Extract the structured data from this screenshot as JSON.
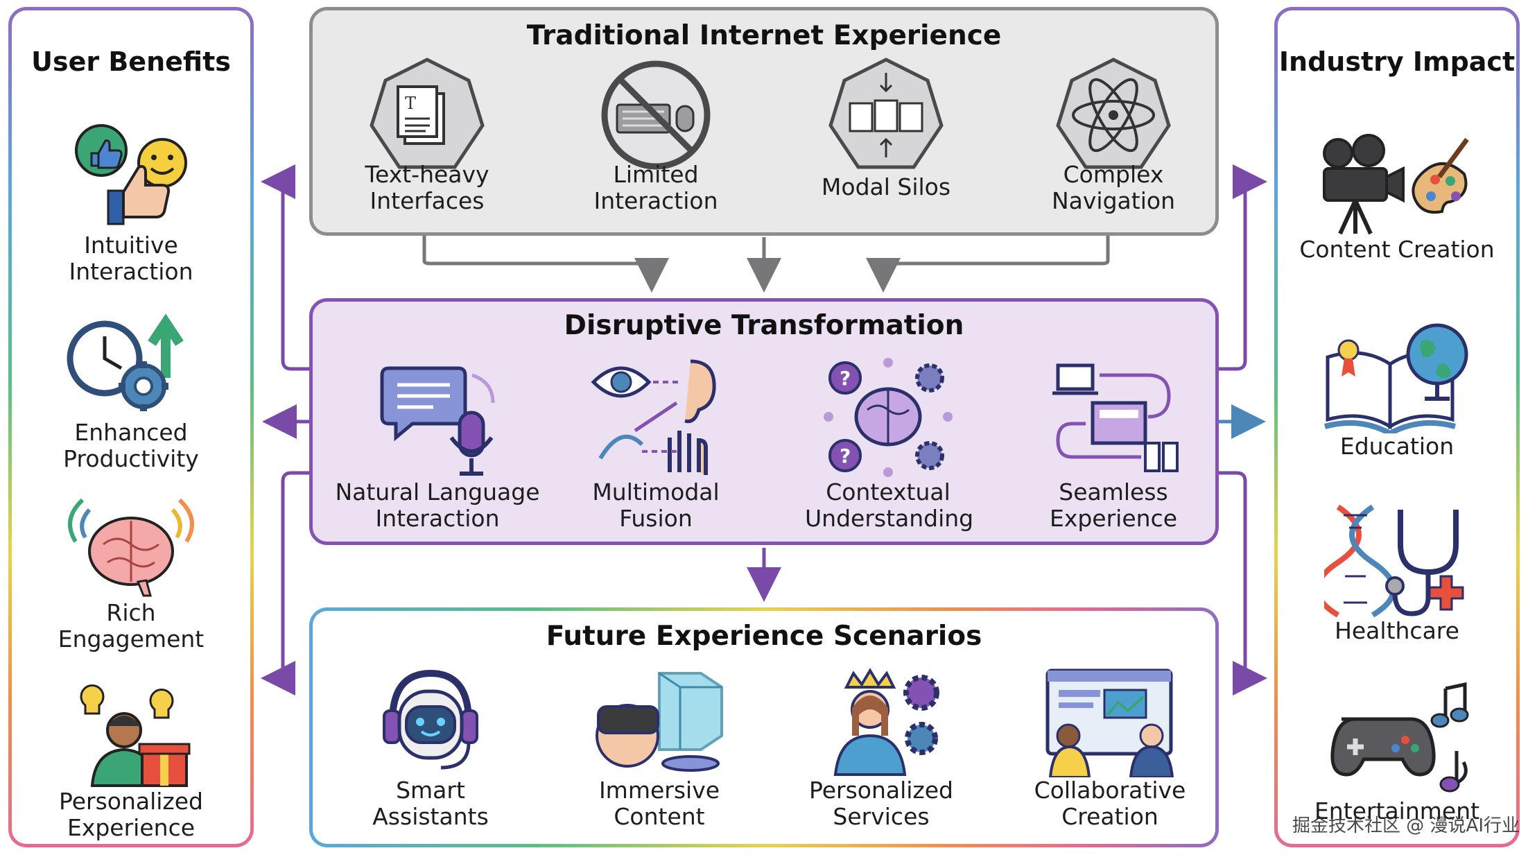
{
  "user_benefits": {
    "title": "User Benefits",
    "items": [
      {
        "label": "Intuitive\nInteraction",
        "icon": "thumbs-up-icon"
      },
      {
        "label": "Enhanced\nProductivity",
        "icon": "clock-gear-icon"
      },
      {
        "label": "Rich\nEngagement",
        "icon": "brain-icon"
      },
      {
        "label": "Personalized\nExperience",
        "icon": "person-gift-icon"
      }
    ]
  },
  "traditional": {
    "title": "Traditional Internet Experience",
    "items": [
      {
        "label": "Text-heavy\nInterfaces",
        "icon": "documents-icon"
      },
      {
        "label": "Limited\nInteraction",
        "icon": "no-keyboard-icon"
      },
      {
        "label": "Modal Silos",
        "icon": "modal-silos-icon"
      },
      {
        "label": "Complex\nNavigation",
        "icon": "atom-icon"
      }
    ]
  },
  "disruptive": {
    "title": "Disruptive Transformation",
    "items": [
      {
        "label": "Natural Language\nInteraction",
        "icon": "chat-microphone-icon"
      },
      {
        "label": "Multimodal\nFusion",
        "icon": "eye-ear-hand-icon"
      },
      {
        "label": "Contextual\nUnderstanding",
        "icon": "brain-network-icon"
      },
      {
        "label": "Seamless\nExperience",
        "icon": "devices-flow-icon"
      }
    ]
  },
  "future": {
    "title": "Future Experience Scenarios",
    "items": [
      {
        "label": "Smart\nAssistants",
        "icon": "robot-headset-icon"
      },
      {
        "label": "Immersive\nContent",
        "icon": "vr-headset-icon"
      },
      {
        "label": "Personalized\nServices",
        "icon": "crowned-person-icon"
      },
      {
        "label": "Collaborative\nCreation",
        "icon": "collaboration-screen-icon"
      }
    ]
  },
  "industry": {
    "title": "Industry Impact",
    "items": [
      {
        "label": "Content Creation",
        "icon": "camera-palette-icon"
      },
      {
        "label": "Education",
        "icon": "book-globe-icon"
      },
      {
        "label": "Healthcare",
        "icon": "dna-stethoscope-icon"
      },
      {
        "label": "Entertainment",
        "icon": "gamepad-music-icon"
      }
    ]
  },
  "watermark": "掘金技术社区 @ 漫说AI行业",
  "colors": {
    "purple": "#8352b3",
    "gray": "#8d8d90",
    "blue": "#4d86b8"
  }
}
